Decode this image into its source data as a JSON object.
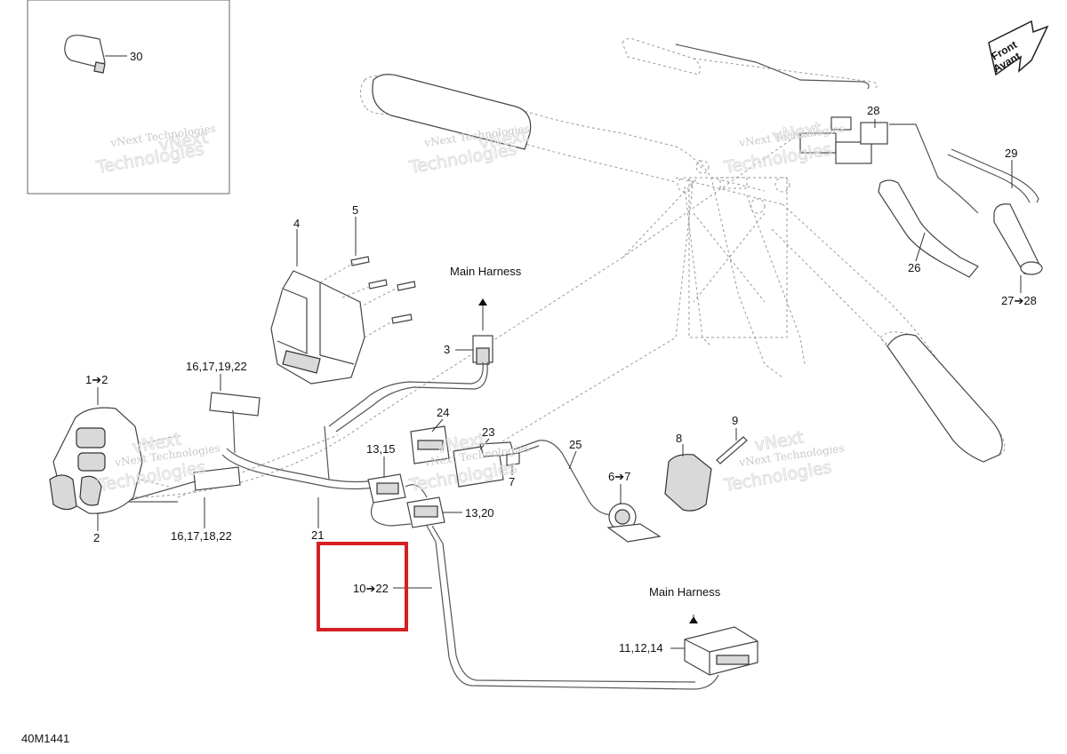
{
  "figure_id": "40M1441",
  "front_label": [
    "Front",
    "Avant"
  ],
  "harness_labels": [
    "Main Harness",
    "Main Harness"
  ],
  "callouts": {
    "c30": "30",
    "c28": "28",
    "c29": "29",
    "c26": "26",
    "c27_28": "27➔28",
    "c4": "4",
    "c5": "5",
    "c3": "3",
    "c1_2": "1➔2",
    "c2": "2",
    "c16_17_19_22": "16,17,19,22",
    "c16_17_18_22": "16,17,18,22",
    "c21": "21",
    "c24": "24",
    "c23": "23",
    "c7": "7",
    "c25": "25",
    "c13_15": "13,15",
    "c13_20": "13,20",
    "c6_7": "6➔7",
    "c8": "8",
    "c9": "9",
    "c10_22": "10➔22",
    "c11_12_14": "11,12,14"
  },
  "watermark": {
    "line1": "vNext Technologies",
    "line2": "Technologies",
    "line3": "vNext"
  },
  "highlight_color": "#d42020"
}
